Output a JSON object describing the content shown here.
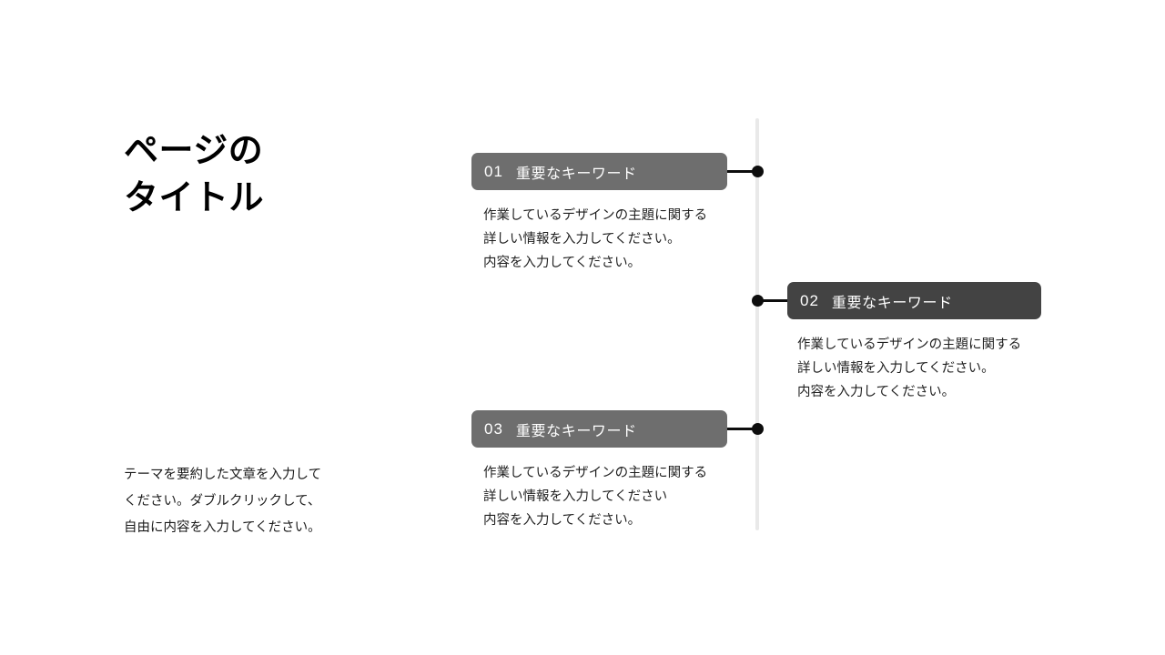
{
  "slide": {
    "title": "ページの\nタイトル",
    "summary": "テーマを要約した文章を入力して\nください。ダブルクリックして、\n自由に内容を入力してください。",
    "colors": {
      "background": "#ffffff",
      "card_gray": "#6e6e6e",
      "card_dark": "#434343",
      "axis_line": "#e9e9e9",
      "dot": "#0d0d0d",
      "title_text": "#000000",
      "body_text": "#1f1f1f",
      "card_text": "#ffffff"
    }
  },
  "timeline": {
    "items": [
      {
        "number": "01",
        "keyword": "重要なキーワード",
        "body": "作業しているデザインの主題に関する\n詳しい情報を入力してください。\n内容を入力してください。",
        "side": "left",
        "style": "gray"
      },
      {
        "number": "02",
        "keyword": "重要なキーワード",
        "body": "作業しているデザインの主題に関する\n詳しい情報を入力してください。\n内容を入力してください。",
        "side": "right",
        "style": "dark"
      },
      {
        "number": "03",
        "keyword": "重要なキーワード",
        "body": "作業しているデザインの主題に関する\n詳しい情報を入力してください\n内容を入力してください。",
        "side": "left",
        "style": "gray"
      }
    ]
  }
}
